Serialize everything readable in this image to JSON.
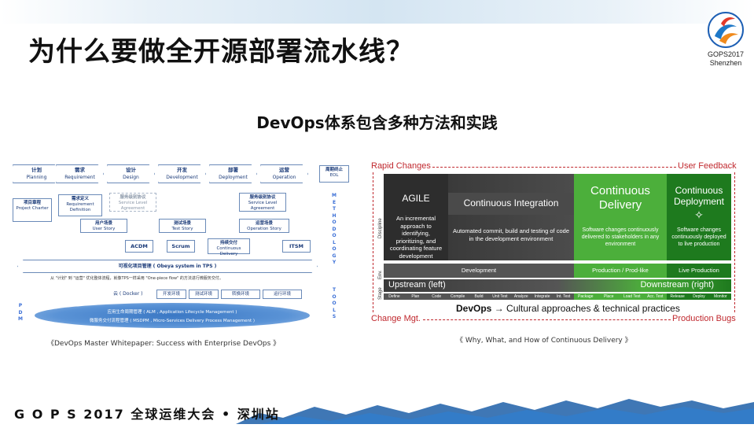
{
  "slide": {
    "title": "为什么要做全开源部署流水线？",
    "subtitle": "DevOps体系包含多种方法和实践",
    "footer": "G O P S 2017 全球运维大会 • 深圳站"
  },
  "logo": {
    "line1": "GOPS2017",
    "line2": "Shenzhen"
  },
  "left_figure": {
    "phases": [
      {
        "cn": "计划",
        "en": "Planning"
      },
      {
        "cn": "需求",
        "en": "Requirement"
      },
      {
        "cn": "设计",
        "en": "Design"
      },
      {
        "cn": "开发",
        "en": "Development"
      },
      {
        "cn": "部署",
        "en": "Deployment"
      },
      {
        "cn": "运营",
        "en": "Operation"
      },
      {
        "cn": "周期终止",
        "en": "EOL"
      }
    ],
    "project_charter": {
      "cn": "项目章程",
      "en": "Project Charter"
    },
    "requirement_def": {
      "cn": "需求定义",
      "en": "Requirement Definition"
    },
    "sla1": {
      "cn": "服务级别协议",
      "en": "Service Level Agreement"
    },
    "sla2": {
      "cn": "服务级别协议",
      "en": "Service Level Agreement"
    },
    "user_story": {
      "cn": "用户场景",
      "en": "User Story"
    },
    "test_story": {
      "cn": "测试场景",
      "en": "Test Story"
    },
    "ops_story": {
      "cn": "运营场景",
      "en": "Operation Story"
    },
    "cd": {
      "cn": "持续交付",
      "en": "Continuous Delivery"
    },
    "acdm": "ACDM",
    "scrum": "Scrum",
    "itsm": "ITSM",
    "obeya": "可视化项目管理 ( Obeya system in TPS )",
    "note": "从 \"计划\" 到 \"运营\" 优化整体流程，就像TPS一样采用 \"One-piece flow\" 的方法进行微服务交付。",
    "cloud": "云 ( Docker )",
    "envs": [
      "开发环境",
      "测试环境",
      "转换环境",
      "运行环境"
    ],
    "alm": "应用生命周期管理 ( ALM , Application Lifecycle Management )",
    "msdpm": "微服务交付流程管理 ( MSDPM , Micro-Services Delivery Process Management )",
    "methodology": [
      "M",
      "E",
      "T",
      "H",
      "O",
      "D",
      "O",
      "L",
      "O",
      "G",
      "Y"
    ],
    "tools": [
      "T",
      "O",
      "O",
      "L",
      "S"
    ],
    "pdm": [
      "P",
      "D",
      "M"
    ],
    "caption": "《DevOps Master Whitepaper: Success with Enterprise DevOps 》"
  },
  "right_figure": {
    "rapid_changes": "Rapid Changes",
    "user_feedback": "User Feedback",
    "change_mgt": "Change Mgt.",
    "production_bugs": "Production Bugs",
    "discipline_label": "Discipline",
    "env_label": "Env.",
    "stage_label": "Stage",
    "agile_title": "AGILE",
    "agile_desc": "An incremental approach to identifying, prioritizing, and coordinating feature development",
    "ci_title": "Continuous Integration",
    "ci_desc": "Automated commit, build and testing of code in the development environment",
    "cdel_title": "Continuous Delivery",
    "cdel_desc": "Software changes continuously delivered to stakeholders in any environment",
    "cdep_title": "Continuous Deployment",
    "cdep_desc": "Software changes continuously deployed to live production",
    "env_dev": "Development",
    "env_prod": "Production / Prod-like",
    "env_live": "Live Production",
    "upstream": "Upstream (left)",
    "downstream": "Downstream  (right)",
    "stages_grey": [
      "Define",
      "Plan",
      "Code",
      "Compile",
      "Build",
      "Unit Test",
      "Analyze",
      "Integrate",
      "Int. Test"
    ],
    "stages_green": [
      "Package",
      "Place",
      "Load Test",
      "Acc. Test"
    ],
    "stages_dark": [
      "Release",
      "Deploy",
      "Monitor"
    ],
    "devops_bold": "DevOps",
    "devops_arrow": "→",
    "devops_rest": "Cultural approaches & technical practices",
    "caption": "《 Why, What, and How of Continuous Delivery 》"
  }
}
